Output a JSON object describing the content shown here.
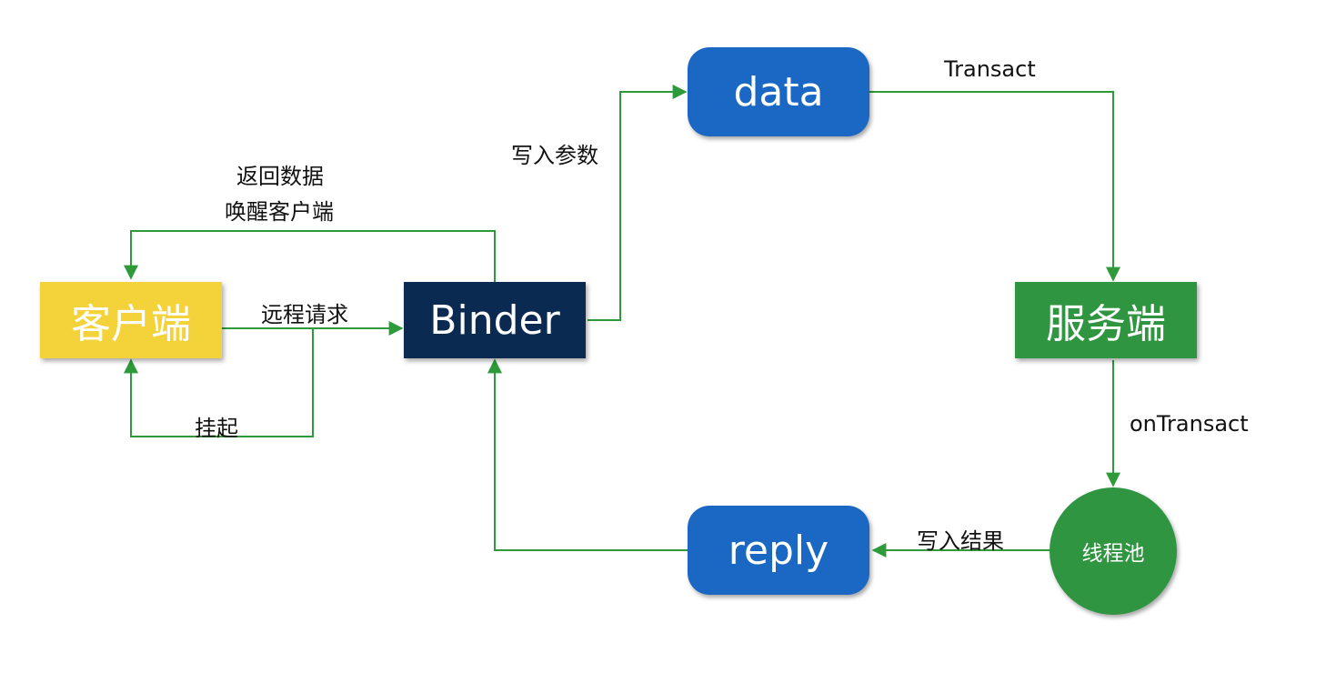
{
  "colors": {
    "client": "#f3d23a",
    "binder": "#0b2a52",
    "server": "#2f9540",
    "data": "#1a68c4",
    "reply": "#1a68c4",
    "thread_pool": "#2f9540",
    "edge": "#2e9a3a"
  },
  "nodes": {
    "client": "客户端",
    "binder": "Binder",
    "server": "服务端",
    "data": "data",
    "reply": "reply",
    "thread_pool": "线程池"
  },
  "edges": {
    "remote_request": "远程请求",
    "suspend": "挂起",
    "return_data": "返回数据",
    "wake_client": "唤醒客户端",
    "write_params": "写入参数",
    "transact": "Transact",
    "on_transact": "onTransact",
    "write_result": "写入结果"
  }
}
